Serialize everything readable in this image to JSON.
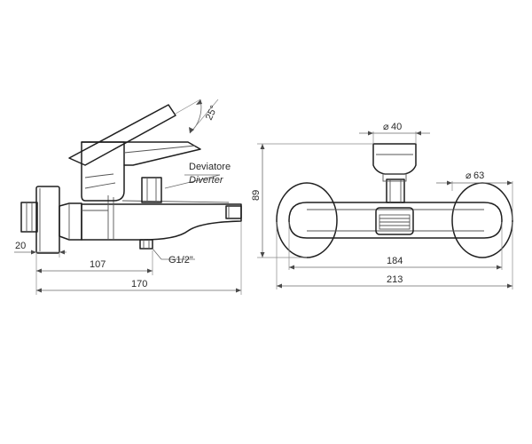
{
  "labels": {
    "dim_20": "20",
    "dim_107": "107",
    "dim_170": "170",
    "thread": "G1/2\"",
    "angle": "25°",
    "deviator_it": "Deviatore",
    "deviator_en": "Diverter",
    "dia_40": "40",
    "dia_63": "63",
    "dim_89": "89",
    "dim_184": "184",
    "dim_213": "213",
    "diameter_symbol": "⌀"
  }
}
